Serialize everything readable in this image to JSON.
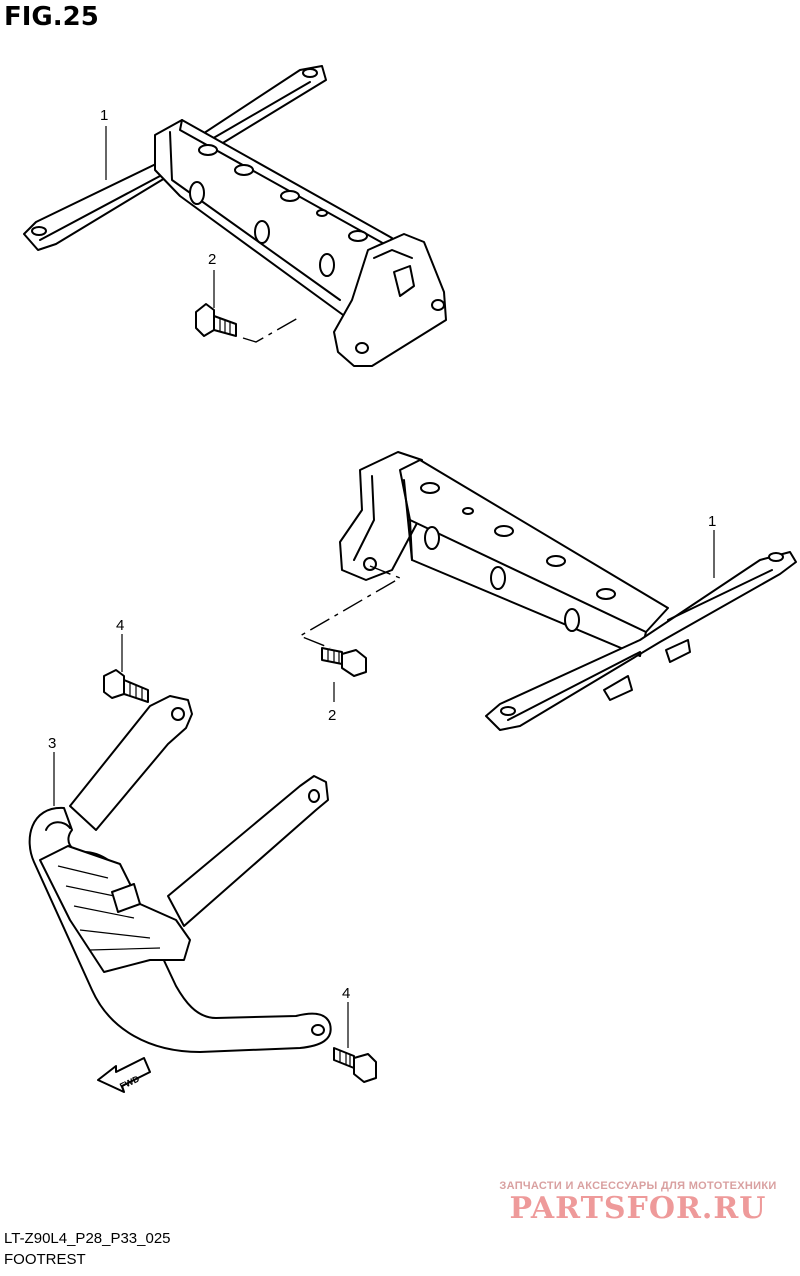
{
  "figure": {
    "title": "FIG.25",
    "code": "LT-Z90L4_P28_P33_025",
    "name": "FOOTREST"
  },
  "callouts": [
    "1",
    "2",
    "2",
    "1",
    "4",
    "3",
    "4"
  ],
  "fwd_label": "FWD",
  "watermark": {
    "tagline": "ЗАПЧАСТИ И АКСЕССУАРЫ ДЛЯ МОТОТЕХНИКИ",
    "logo": "PARTSFOR.RU"
  }
}
